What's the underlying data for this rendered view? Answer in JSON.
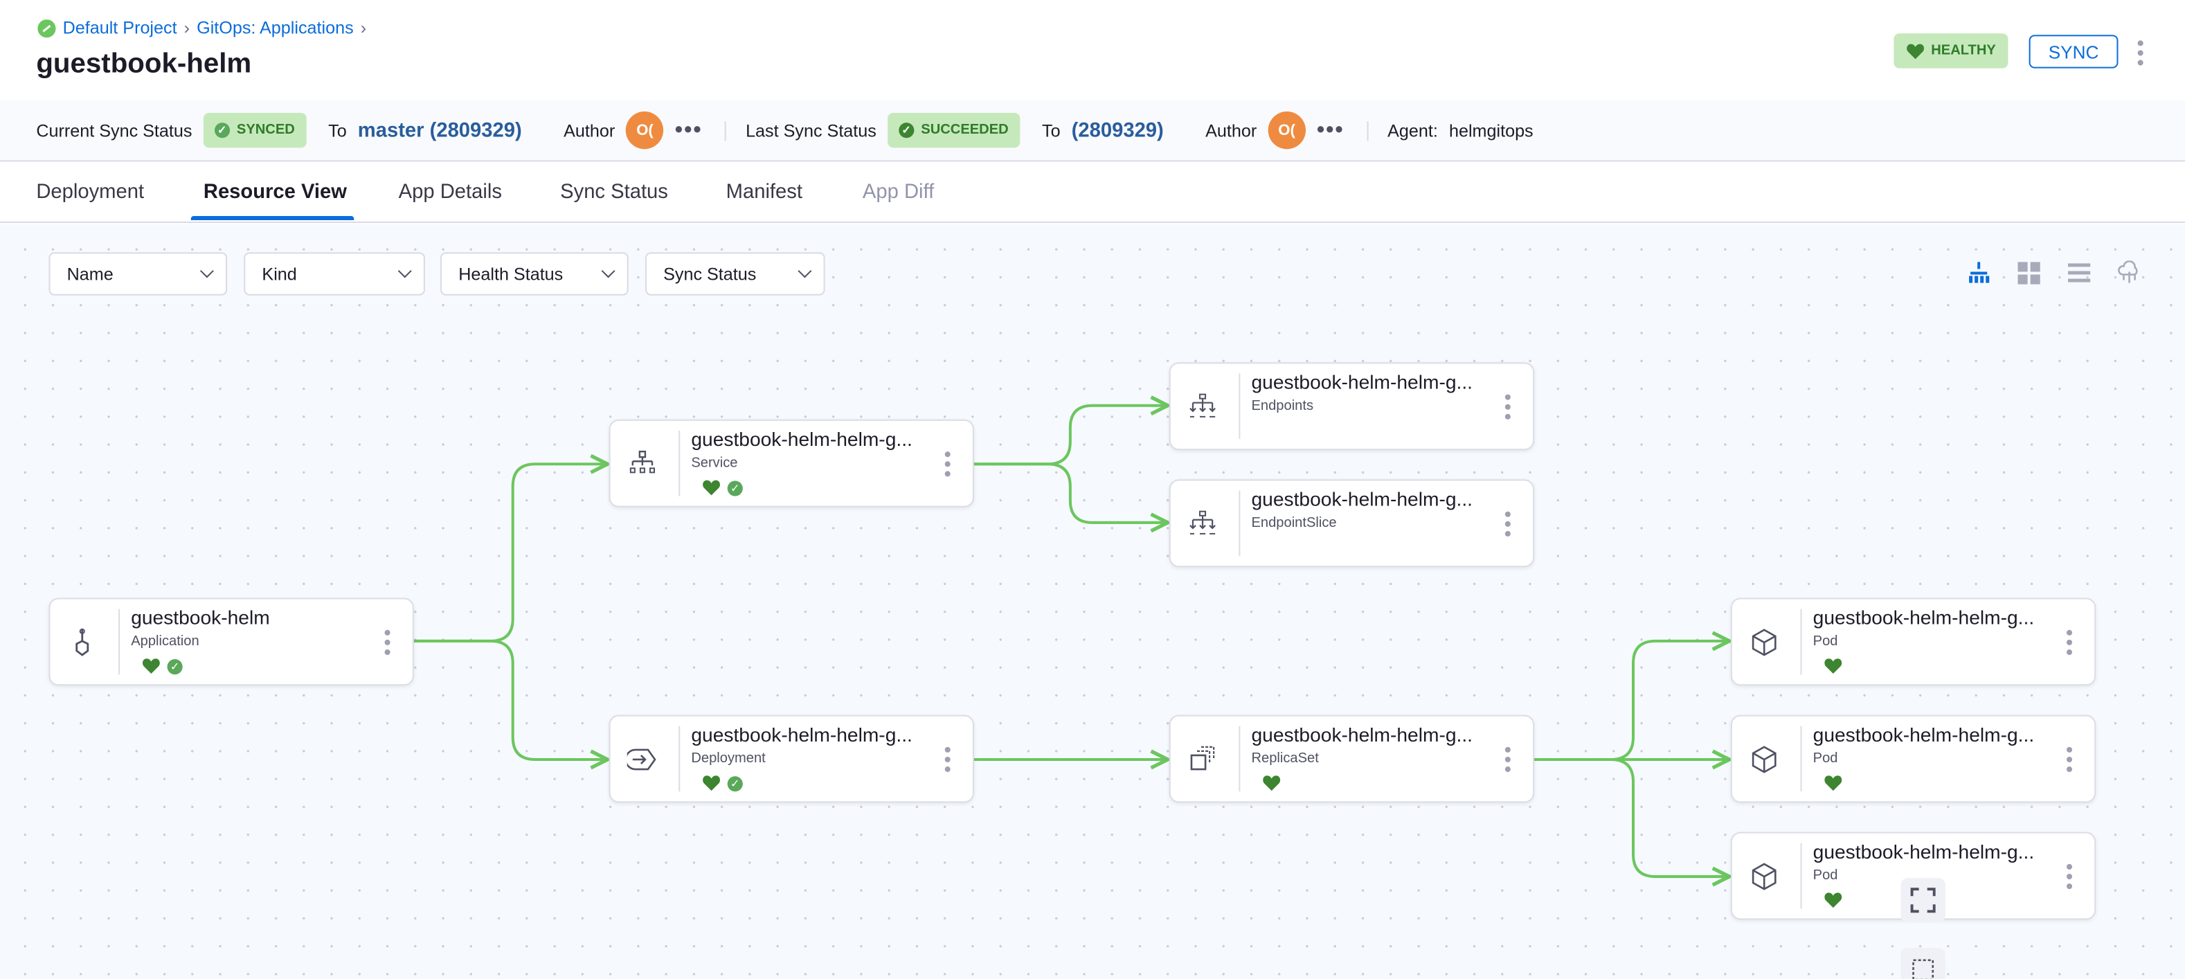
{
  "breadcrumb": {
    "items": [
      "Default Project",
      "GitOps: Applications"
    ]
  },
  "title": "guestbook-helm",
  "header": {
    "health": "HEALTHY",
    "sync_label": "SYNC"
  },
  "sync_bar": {
    "current_label": "Current Sync Status",
    "current_status": "SYNCED",
    "to_label": "To",
    "current_target": "master (2809329)",
    "author_label": "Author",
    "author_initials": "O(",
    "more": "•••",
    "last_label": "Last Sync Status",
    "last_status": "SUCCEEDED",
    "last_to_label": "To",
    "last_target": "(2809329)",
    "last_author_label": "Author",
    "last_author_initials": "O(",
    "last_more": "•••",
    "agent_label": "Agent:",
    "agent": "helmgitops"
  },
  "tabs": [
    {
      "label": "Deployment"
    },
    {
      "label": "Resource View",
      "active": true
    },
    {
      "label": "App Details"
    },
    {
      "label": "Sync Status"
    },
    {
      "label": "Manifest"
    },
    {
      "label": "App Diff",
      "disabled": true
    }
  ],
  "filters": [
    {
      "label": "Name"
    },
    {
      "label": "Kind"
    },
    {
      "label": "Health Status"
    },
    {
      "label": "Sync Status"
    }
  ],
  "view_modes": [
    "tree-icon",
    "grid-icon",
    "list-icon",
    "network-icon"
  ],
  "active_view": "tree-icon",
  "nodes": [
    {
      "name": "guestbook-helm",
      "kind": "Application",
      "icon": "application-icon",
      "healthy": true,
      "synced": true
    },
    {
      "name": "guestbook-helm-helm-g...",
      "kind": "Service",
      "icon": "service-icon",
      "healthy": true,
      "synced": true
    },
    {
      "name": "guestbook-helm-helm-g...",
      "kind": "Deployment",
      "icon": "deployment-icon",
      "healthy": true,
      "synced": true
    },
    {
      "name": "guestbook-helm-helm-g...",
      "kind": "Endpoints",
      "icon": "endpoints-icon",
      "healthy": false,
      "synced": false
    },
    {
      "name": "guestbook-helm-helm-g...",
      "kind": "EndpointSlice",
      "icon": "endpoints-icon",
      "healthy": false,
      "synced": false
    },
    {
      "name": "guestbook-helm-helm-g...",
      "kind": "ReplicaSet",
      "icon": "replicaset-icon",
      "healthy": true,
      "synced": false
    },
    {
      "name": "guestbook-helm-helm-g...",
      "kind": "Pod",
      "icon": "pod-icon",
      "healthy": true,
      "synced": false
    },
    {
      "name": "guestbook-helm-helm-g...",
      "kind": "Pod",
      "icon": "pod-icon",
      "healthy": true,
      "synced": false
    },
    {
      "name": "guestbook-helm-helm-g...",
      "kind": "Pod",
      "icon": "pod-icon",
      "healthy": true,
      "synced": false
    }
  ],
  "colors": {
    "accent": "#0b6ddb",
    "healthy": "#3d8530",
    "edge": "#6cc65f",
    "avatar": "#ef8b40",
    "badge_bg": "#c6e9bc"
  }
}
